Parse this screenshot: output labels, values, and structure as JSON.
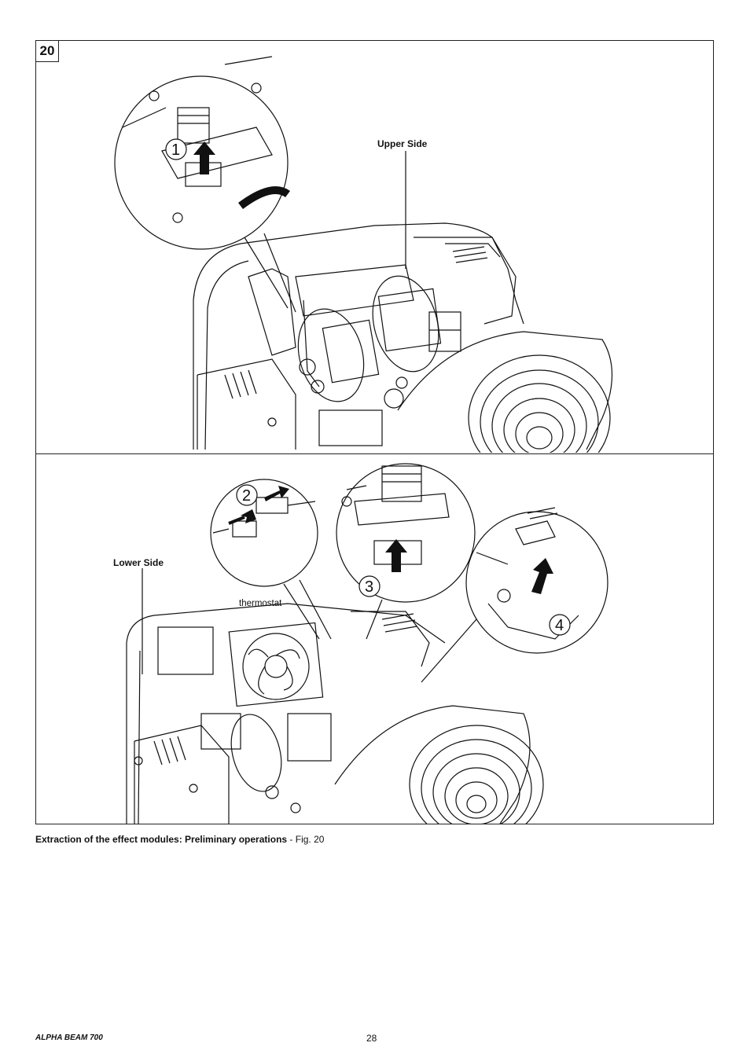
{
  "figure": {
    "number": "20",
    "upper_panel": {
      "callout_label": "Upper Side",
      "steps": [
        {
          "label": "1"
        }
      ]
    },
    "lower_panel": {
      "callout_label": "Lower Side",
      "thermostat_label": "thermostat",
      "steps": [
        {
          "label": "2"
        },
        {
          "label": "3"
        },
        {
          "label": "4"
        }
      ]
    }
  },
  "caption": {
    "bold": "Extraction of the effect modules: Preliminary operations",
    "rest": " - Fig. 20"
  },
  "footer": {
    "brand": "ALPHA BEAM 700",
    "page_number": "28"
  },
  "icons": [
    "up-arrow-icon",
    "down-arrow-icon",
    "left-arrow-icon",
    "right-arrow-icon",
    "step-number-badge"
  ]
}
